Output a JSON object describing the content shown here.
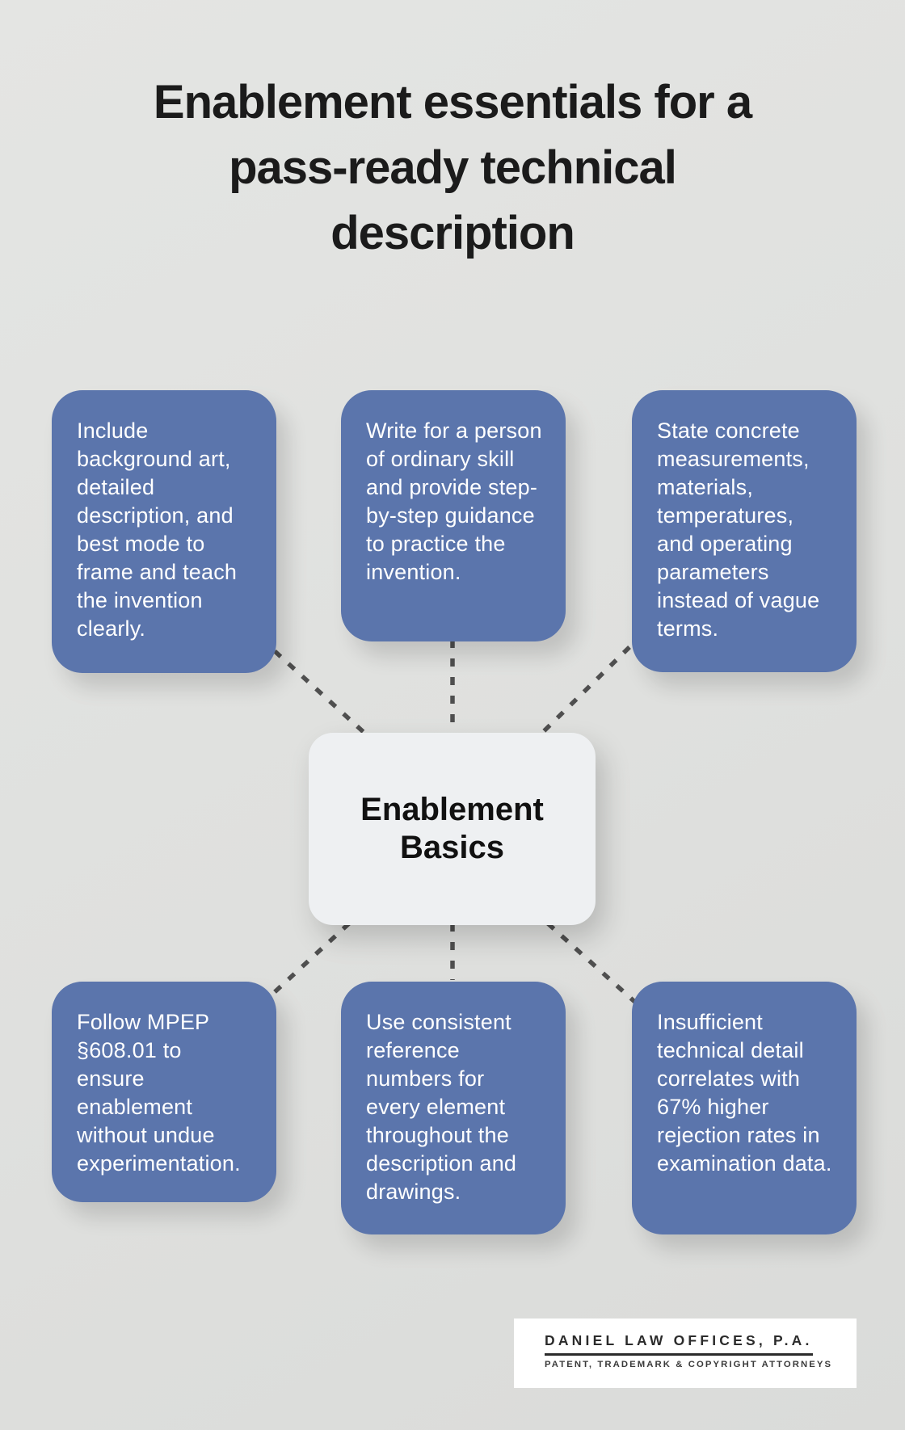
{
  "title": {
    "lines": [
      "Enablement essentials for a",
      "pass-ready technical",
      "description"
    ]
  },
  "center": {
    "label": "Enablement Basics"
  },
  "topics": [
    {
      "text": "Include background art, detailed description, and best mode to frame and teach the invention clearly."
    },
    {
      "text": "Write for a person of ordinary skill and provide step-by-step guidance to practice the invention."
    },
    {
      "text": "State concrete measurements, materials, temperatures, and operating parameters instead of vague terms."
    },
    {
      "text": "Follow MPEP §608.01 to ensure enablement without undue experimentation."
    },
    {
      "text": "Use consistent reference numbers for every element throughout the description and drawings."
    },
    {
      "text": "Insufficient technical detail correlates with 67% higher rejection rates in examination data."
    }
  ],
  "logo": {
    "name": "DANIEL LAW OFFICES, P.A.",
    "tagline": "PATENT, TRADEMARK & COPYRIGHT ATTORNEYS"
  },
  "colors": {
    "background": "#e0e1df",
    "box_blue": "#5b75ac",
    "box_text": "#ffffff",
    "center_bg": "#eef0f2",
    "center_text": "#111111",
    "connector": "#4f4f4f",
    "title_text": "#1b1b1b",
    "logo_bg": "#ffffff",
    "logo_text": "#2b2b2b"
  }
}
